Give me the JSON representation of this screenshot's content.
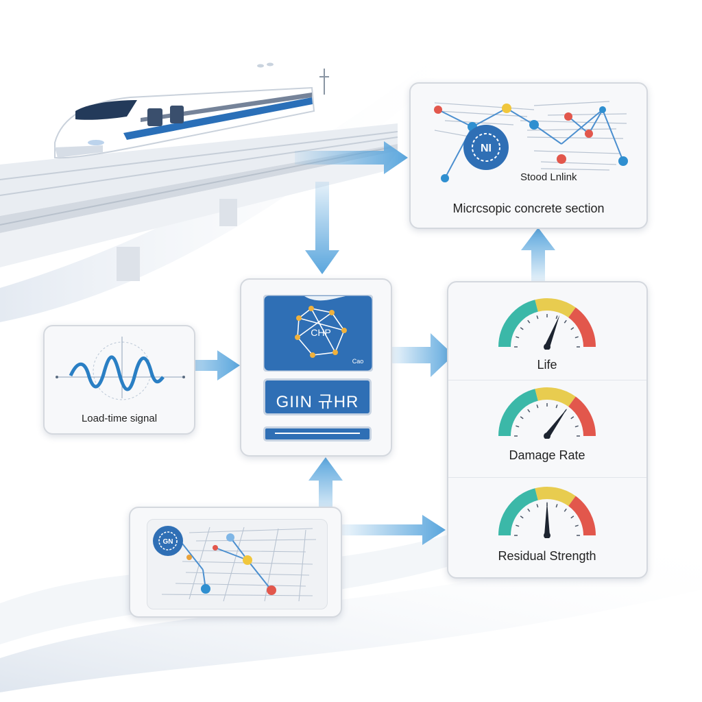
{
  "nodes": {
    "load_signal": {
      "label": "Load-time signal"
    },
    "micro_section": {
      "label": "Micrcsopic concrete section",
      "inner_label": "Stood Lnlink",
      "badge_text": "NI"
    },
    "model": {
      "panel_text": "GIIN 규HR",
      "badge_text": "CHP",
      "tag_text": "Cao"
    },
    "graph_input": {
      "badge_text": "GN"
    }
  },
  "gauges": [
    {
      "label": "Life",
      "needle_level": 0.62
    },
    {
      "label": "Damage Rate",
      "needle_level": 0.7
    },
    {
      "label": "Residual Strength",
      "needle_level": 0.5
    }
  ],
  "colors": {
    "accent_blue": "#2f6fb5",
    "arrow_blue": "#5aa6dd",
    "gauge_teal": "#3bb8a8",
    "gauge_yellow": "#e8cc4f",
    "gauge_red": "#e2574c",
    "train_stripe": "#2a6fb8"
  },
  "icons": [
    "train-icon",
    "sine-wave-icon",
    "network-graph-icon",
    "gauge-icon"
  ]
}
